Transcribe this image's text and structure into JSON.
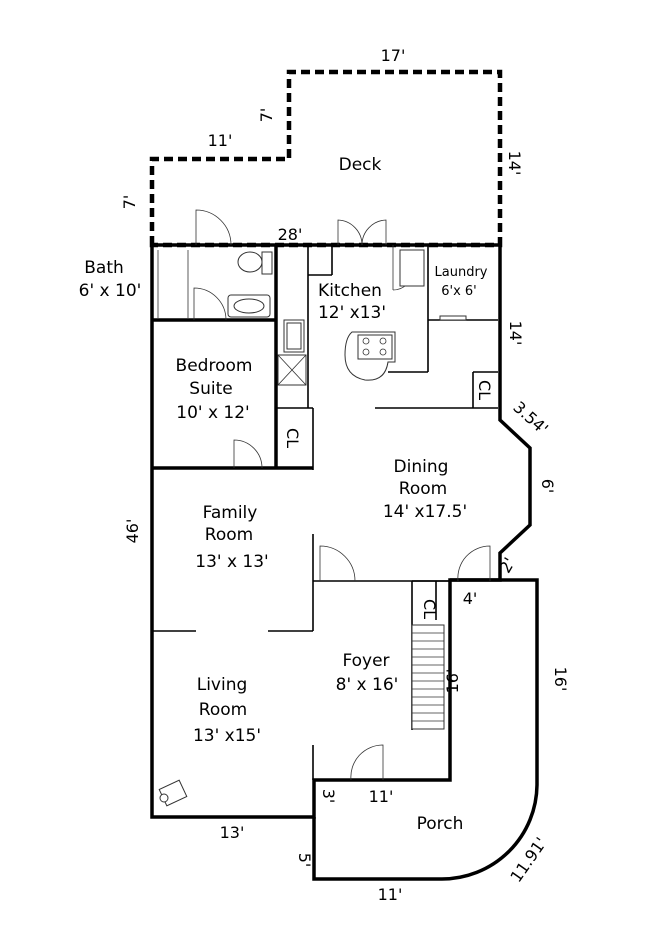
{
  "rooms": {
    "deck": "Deck",
    "bath": {
      "name": "Bath",
      "size": "6' x 10'"
    },
    "kitchen": {
      "name": "Kitchen",
      "size": "12' x13'"
    },
    "laundry": {
      "name": "Laundry",
      "size": "6'x 6'"
    },
    "bedroom": {
      "name1": "Bedroom",
      "name2": "Suite",
      "size": "10' x 12'"
    },
    "dining": {
      "name1": "Dining",
      "name2": "Room",
      "size": "14' x17.5'"
    },
    "family": {
      "name1": "Family",
      "name2": "Room",
      "size": "13' x 13'"
    },
    "living": {
      "name1": "Living",
      "name2": "Room",
      "size": "13' x15'"
    },
    "foyer": {
      "name": "Foyer",
      "size": "8' x 16'"
    },
    "porch": "Porch"
  },
  "closets": {
    "cl1": "CL",
    "cl2": "CL",
    "cl3": "CL"
  },
  "dimensions": {
    "deck_top": "17'",
    "deck_left_upper": "7'",
    "deck_step": "11'",
    "deck_left": "7'",
    "deck_right": "14'",
    "deck_bottom": "28'",
    "right_upper": "14'",
    "angle_upper": "3.54'",
    "angle_side": "6'",
    "angle_lower": "2'",
    "notch": "4'",
    "left_total": "46'",
    "foyer_side": "16'",
    "porch_right": "16'",
    "foyer_bottom": "11'",
    "foyer_step": "3'",
    "bottom_left": "13'",
    "porch_left": "5'",
    "porch_bottom": "11'",
    "porch_arc": "11.91'"
  }
}
